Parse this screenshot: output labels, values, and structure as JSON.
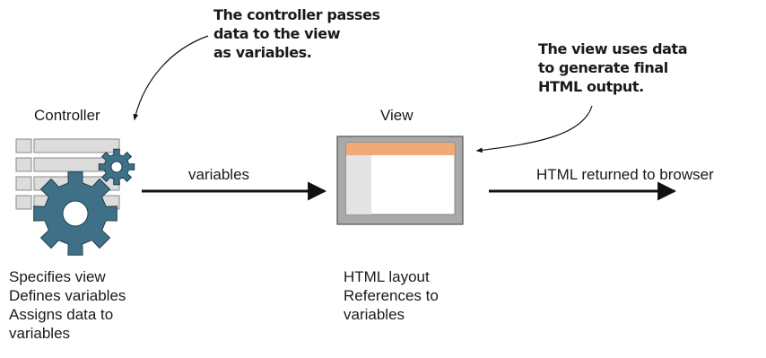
{
  "callouts": {
    "controller_passes": [
      "The controller passes",
      "data to the view",
      "as variables."
    ],
    "view_uses": [
      "The view uses data",
      "to generate final",
      "HTML output."
    ]
  },
  "controller": {
    "title": "Controller",
    "icon": "gear-icon",
    "description": [
      "Specifies view",
      "Defines variables",
      "Assigns data to",
      "variables"
    ]
  },
  "view": {
    "title": "View",
    "icon": "window-icon",
    "description": [
      "HTML layout",
      "References to",
      "variables"
    ]
  },
  "arrows": {
    "variables_label": "variables",
    "output_label": "HTML returned to browser"
  },
  "colors": {
    "gear": "#3e7188",
    "gear_stroke": "#1f3d4c",
    "window_frame": "#a9a9a9",
    "window_header": "#f2a877",
    "window_sidebar": "#e3e3e3",
    "table_cells": "#dcdcdc",
    "arrow": "#111111"
  }
}
